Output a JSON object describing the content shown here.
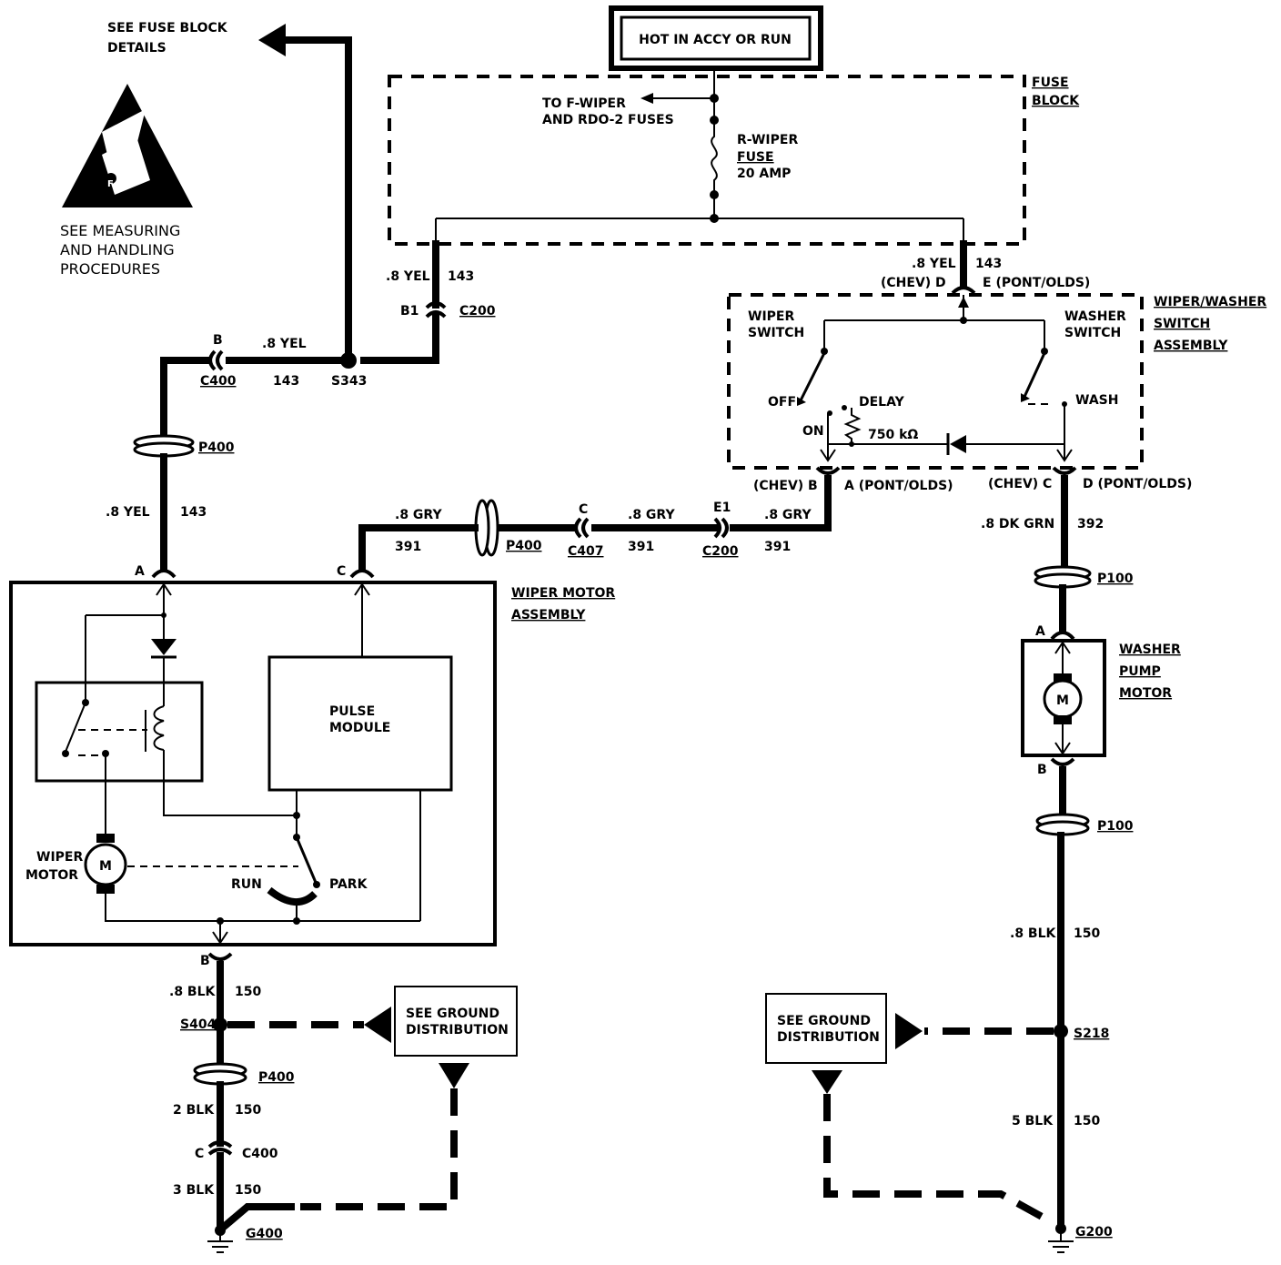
{
  "labels": {
    "see_fuse_block_1": "SEE FUSE BLOCK",
    "see_fuse_block_2": "DETAILS",
    "measuring_1": "SEE MEASURING",
    "measuring_2": "AND HANDLING",
    "measuring_3": "PROCEDURES",
    "hot": "HOT IN ACCY OR RUN",
    "fuse_block_1": "FUSE",
    "fuse_block_2": "BLOCK",
    "to_fwiper_1": "TO F-WIPER",
    "to_fwiper_2": "AND RDO-2 FUSES",
    "rwiper_1": "R-WIPER",
    "rwiper_2": "FUSE",
    "rwiper_3": "20 AMP",
    "yel_left": ".8 YEL",
    "c143_left": "143",
    "b1": "B1",
    "c200_top": "C200",
    "yel_right": ".8 YEL",
    "c143_right": "143",
    "chev_d": "(CHEV) D",
    "pont_e": "E (PONT/OLDS)",
    "wws_1": "WIPER/WASHER",
    "wws_2": "SWITCH",
    "wws_3": "ASSEMBLY",
    "wiper_switch_1": "WIPER",
    "wiper_switch_2": "SWITCH",
    "washer_switch_1": "WASHER",
    "washer_switch_2": "SWITCH",
    "off": "OFF",
    "delay": "DELAY",
    "on": "ON",
    "resistor": "750 kΩ",
    "wash": "WASH",
    "chev_b": "(CHEV) B",
    "pont_a": "A (PONT/OLDS)",
    "chev_c": "(CHEV) C",
    "pont_d": "D (PONT/OLDS)",
    "b_c400": "B",
    "c400_top": "C400",
    "yel_mid": ".8 YEL",
    "c143_mid": "143",
    "s343": "S343",
    "p400_top": "P400",
    "yel_vert": ".8 YEL",
    "c143_vert": "143",
    "a_motor": "A",
    "c_motor": "C",
    "gry_1": ".8 GRY",
    "c391_1": "391",
    "p400_gry": "P400",
    "c_c407": "C",
    "c407": "C407",
    "gry_2": ".8 GRY",
    "c391_2": "391",
    "e1": "E1",
    "c200_gry": "C200",
    "gry_3": ".8 GRY",
    "c391_3": "391",
    "dk_grn": ".8 DK GRN",
    "c392": "392",
    "p100_top": "P100",
    "wiper_motor_asm_1": "WIPER MOTOR",
    "wiper_motor_asm_2": "ASSEMBLY",
    "pulse_1": "PULSE",
    "pulse_2": "MODULE",
    "wiper_motor_1": "WIPER",
    "wiper_motor_2": "MOTOR",
    "motor_m": "M",
    "run": "RUN",
    "park": "PARK",
    "a_pump": "A",
    "washer_pump_1": "WASHER",
    "washer_pump_2": "PUMP",
    "washer_pump_3": "MOTOR",
    "pump_m": "M",
    "b_pump": "B",
    "p100_bot": "P100",
    "b_motor": "B",
    "blk_l1": ".8 BLK",
    "c150_l1": "150",
    "s404": "S404",
    "sgd_l1": "SEE GROUND",
    "sgd_l2": "DISTRIBUTION",
    "p400_bot": "P400",
    "blk_l2": "2 BLK",
    "c150_l2": "150",
    "c_c400": "C",
    "c400_bot": "C400",
    "blk_l3": "3 BLK",
    "c150_l3": "150",
    "g400": "G400",
    "blk_r1": ".8 BLK",
    "c150_r1": "150",
    "sgd_r1": "SEE GROUND",
    "sgd_r2": "DISTRIBUTION",
    "s218": "S218",
    "blk_r2": "5 BLK",
    "c150_r2": "150",
    "g200": "G200"
  }
}
